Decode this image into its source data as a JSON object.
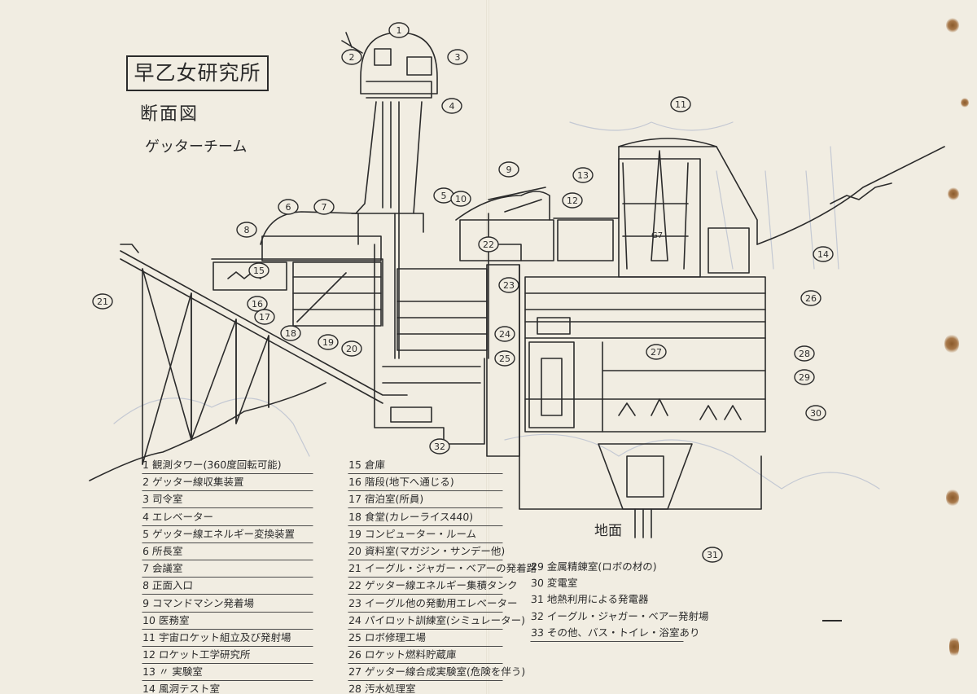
{
  "title": "早乙女研究所",
  "subtitle": "断面図",
  "ground_label": "地面",
  "faint_text": "ゲッターチーム",
  "callouts": [
    "1",
    "2",
    "3",
    "4",
    "5",
    "6",
    "7",
    "8",
    "9",
    "10",
    "11",
    "12",
    "13",
    "14",
    "15",
    "16",
    "17",
    "18",
    "19",
    "20",
    "21",
    "22",
    "23",
    "24",
    "25",
    "26",
    "27",
    "28",
    "29",
    "30",
    "31",
    "32"
  ],
  "rocket_label": "G7",
  "legend": {
    "left": [
      "1 観測タワー(360度回転可能)",
      "2 ゲッター線収集装置",
      "3 司令室",
      "4 エレベーター",
      "5 ゲッター線エネルギー変換装置",
      "6 所長室",
      "7 会議室",
      "8 正面入口",
      "9 コマンドマシン発着場",
      "10 医務室",
      "11 宇宙ロケット組立及び発射場",
      "12 ロケット工学研究所",
      "13 〃 実験室",
      "14 風洞テスト室"
    ],
    "middle": [
      "15 倉庫",
      "16 階段(地下へ通じる)",
      "17 宿泊室(所員)",
      "18 食堂(カレーライス440)",
      "19 コンピューター・ルーム",
      "20 資料室(マガジン・サンデー他)",
      "21 イーグル・ジャガー・ベアーの発着路",
      "22 ゲッター線エネルギー集積タンク",
      "23 イーグル他の発動用エレベーター",
      "24 パイロット訓練室(シミュレーター)",
      "25 ロボ修理工場",
      "26 ロケット燃料貯蔵庫",
      "27 ゲッター線合成実験室(危険を伴う)",
      "28 汚水処理室"
    ],
    "right": [
      "29 金属精錬室(ロボの材の)",
      "30 変電室",
      "31 地熱利用による発電器",
      "32 イーグル・ジャガー・ベアー発射場",
      "33 その他、バス・トイレ・浴室あり"
    ]
  }
}
